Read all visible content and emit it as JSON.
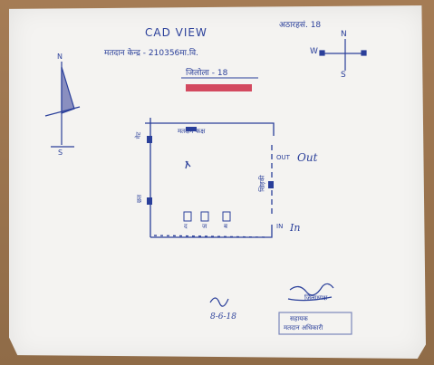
{
  "sheet": {
    "title": "CAD VIEW",
    "subtitle": "मतदान केन्द्र - 210356मा.वि.",
    "district_line": "जिलोला - 18",
    "corner_ref": "अठारहसं. 18",
    "compass": {
      "west": "W",
      "north": "N",
      "south": "S"
    },
    "north_arrow": {
      "north": "N",
      "south": "S"
    }
  },
  "plan": {
    "out_label": "Out",
    "in_label": "In",
    "out_marker": "OUT",
    "in_marker": "IN",
    "room_labels": [
      "मतदान कक्ष",
      "द",
      "ज",
      "ब"
    ],
    "side_labels": [
      "गेट",
      "छत",
      "खिड़की"
    ]
  },
  "footer": {
    "signature_date": "8-6-18",
    "stamp_line1": "जिलाध्यक्ष",
    "stamp_line2": "सहायक",
    "stamp_line3": "मतदान अधिकारी"
  },
  "colors": {
    "ink": "#2a3f9a",
    "highlight": "#c8102e",
    "paper": "#f4f3f1"
  }
}
